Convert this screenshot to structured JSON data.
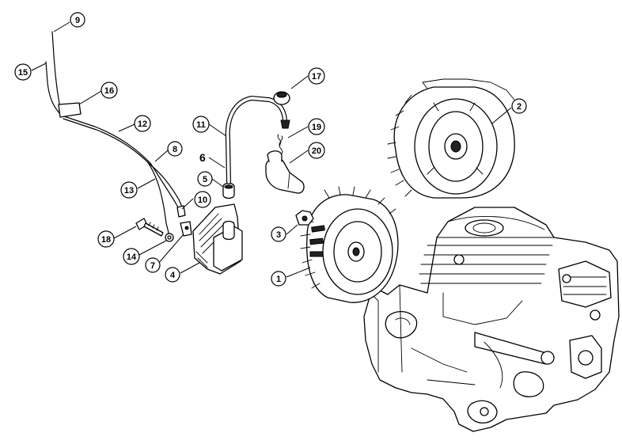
{
  "callouts": {
    "c1": "1",
    "c2": "2",
    "c3": "3",
    "c4": "4",
    "c5": "5",
    "c7": "7",
    "c8": "8",
    "c9": "9",
    "c10": "10",
    "c11": "11",
    "c12": "12",
    "c13": "13",
    "c14": "14",
    "c15": "15",
    "c16": "16",
    "c17": "17",
    "c18": "18",
    "c19": "19",
    "c20": "20"
  },
  "plain_labels": {
    "p6": "6"
  }
}
